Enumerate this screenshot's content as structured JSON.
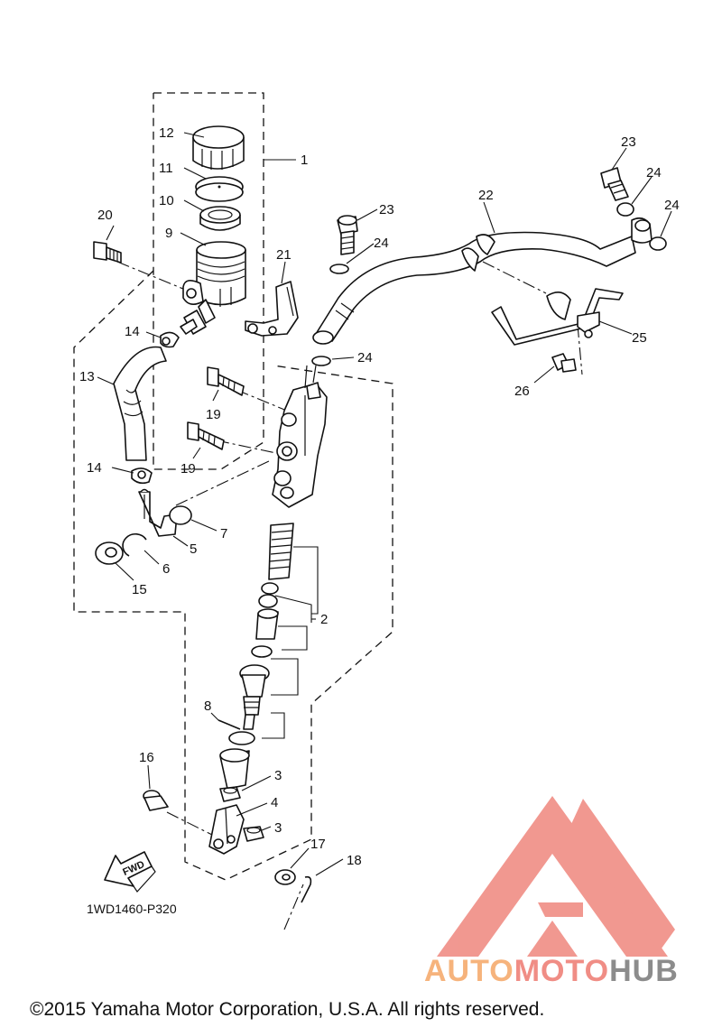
{
  "callouts": [
    {
      "id": "c1",
      "text": "1"
    },
    {
      "id": "c2",
      "text": "2"
    },
    {
      "id": "c3a",
      "text": "3"
    },
    {
      "id": "c3b",
      "text": "3"
    },
    {
      "id": "c4",
      "text": "4"
    },
    {
      "id": "c5",
      "text": "5"
    },
    {
      "id": "c6",
      "text": "6"
    },
    {
      "id": "c7",
      "text": "7"
    },
    {
      "id": "c8",
      "text": "8"
    },
    {
      "id": "c9",
      "text": "9"
    },
    {
      "id": "c10",
      "text": "10"
    },
    {
      "id": "c11",
      "text": "11"
    },
    {
      "id": "c12",
      "text": "12"
    },
    {
      "id": "c13",
      "text": "13"
    },
    {
      "id": "c14a",
      "text": "14"
    },
    {
      "id": "c14b",
      "text": "14"
    },
    {
      "id": "c15",
      "text": "15"
    },
    {
      "id": "c16",
      "text": "16"
    },
    {
      "id": "c17",
      "text": "17"
    },
    {
      "id": "c18",
      "text": "18"
    },
    {
      "id": "c19a",
      "text": "19"
    },
    {
      "id": "c19b",
      "text": "19"
    },
    {
      "id": "c20",
      "text": "20"
    },
    {
      "id": "c21",
      "text": "21"
    },
    {
      "id": "c22",
      "text": "22"
    },
    {
      "id": "c23a",
      "text": "23"
    },
    {
      "id": "c23b",
      "text": "23"
    },
    {
      "id": "c24a",
      "text": "24"
    },
    {
      "id": "c24b",
      "text": "24"
    },
    {
      "id": "c24c",
      "text": "24"
    },
    {
      "id": "c24d",
      "text": "24"
    },
    {
      "id": "c25",
      "text": "25"
    },
    {
      "id": "c26",
      "text": "26"
    }
  ],
  "fwd_label": "FWD",
  "diagram_code": "1WD1460-P320",
  "copyright": "©2015 Yamaha Motor Corporation, U.S.A. All rights reserved.",
  "watermark": {
    "part1": "AUTO",
    "part2": "MOTO",
    "part3": "HUB",
    "color_orange": "#f6b37c",
    "color_red": "#f08d85",
    "color_gray": "#8c8c8c"
  }
}
